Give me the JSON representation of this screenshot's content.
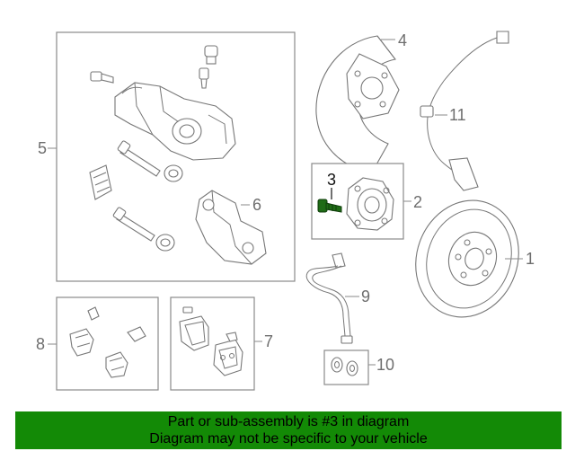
{
  "callouts": {
    "c1": "1",
    "c2": "2",
    "c3": "3",
    "c4": "4",
    "c5": "5",
    "c6": "6",
    "c7": "7",
    "c8": "8",
    "c9": "9",
    "c10": "10",
    "c11": "11"
  },
  "banner": {
    "line1": "Part or sub-assembly is #3 in diagram",
    "line2": "Diagram may not be specific to your vehicle"
  },
  "colors": {
    "banner_bg": "#138a06",
    "highlight_part": "#1f6b16",
    "line": "#8a8a8a"
  }
}
